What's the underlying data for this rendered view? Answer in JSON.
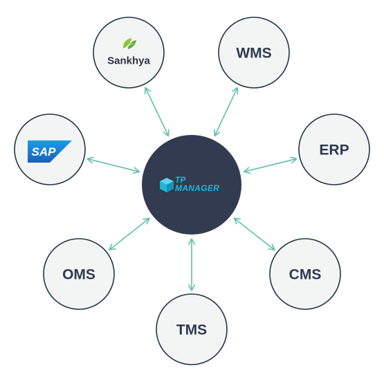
{
  "colors": {
    "hub_fill": "#323b4f",
    "node_fill": "#f3f5f5",
    "node_stroke": "#213547",
    "connector": "#5fc0a6",
    "label_text": "#2e3a4f",
    "logo_cyan": "#1fb8d6",
    "sap_blue": "#1d7fd1",
    "sankhya_green": "#7ab539"
  },
  "hub": {
    "logo_icon": "box-icon",
    "logo_line1": "TP",
    "logo_line2": "MANAGER"
  },
  "nodes": {
    "sankhya": {
      "label": "Sankhya",
      "icon": "sankhya-leaf-icon"
    },
    "wms": {
      "label": "WMS"
    },
    "sap": {
      "label": "SAP",
      "icon": "sap-logo"
    },
    "erp": {
      "label": "ERP"
    },
    "oms": {
      "label": "OMS"
    },
    "cms": {
      "label": "CMS"
    },
    "tms": {
      "label": "TMS"
    }
  },
  "connections": [
    "sankhya",
    "wms",
    "sap",
    "erp",
    "oms",
    "cms",
    "tms"
  ]
}
